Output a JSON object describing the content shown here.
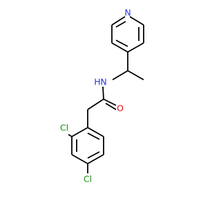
{
  "diagram": {
    "type": "chemical-structure",
    "colors": {
      "bond": "#000000",
      "nitrogen": "#2a35e2",
      "oxygen": "#e20f0f",
      "chlorine": "#188e18"
    },
    "atom_labels": {
      "pyridine_n": "N",
      "amide_n": "N",
      "amide_h": "H",
      "carbonyl_o": "O",
      "cl_ortho": "Cl",
      "cl_para": "Cl"
    }
  }
}
